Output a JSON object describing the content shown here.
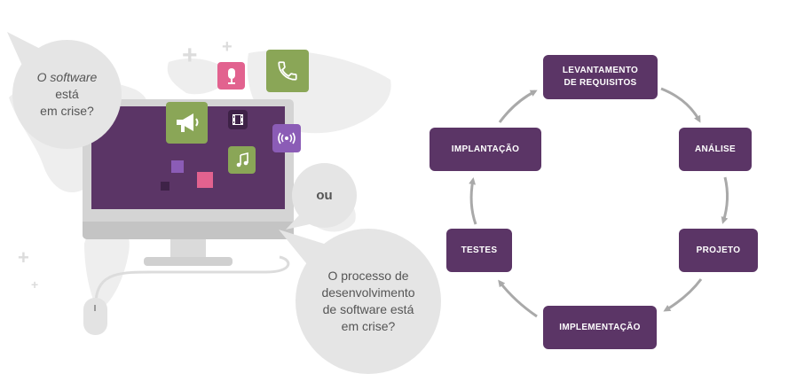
{
  "left": {
    "question_bubble": {
      "line1": "O software",
      "line2": "está",
      "line3": "em crise?"
    },
    "or_label": "ou",
    "process_bubble": {
      "line1": "O processo de",
      "line2": "desenvolvimento",
      "line3": "de software está",
      "line4": "em crise?"
    },
    "app_icons": [
      "microphone-icon",
      "phone-icon",
      "megaphone-icon",
      "film-icon",
      "broadcast-icon",
      "music-icon"
    ]
  },
  "cycle": {
    "steps": [
      {
        "line1": "LEVANTAMENTO",
        "line2": "DE REQUISITOS"
      },
      {
        "line1": "ANÁLISE"
      },
      {
        "line1": "PROJETO"
      },
      {
        "line1": "IMPLEMENTAÇÃO"
      },
      {
        "line1": "TESTES"
      },
      {
        "line1": "IMPLANTAÇÃO"
      }
    ]
  },
  "colors": {
    "purple": "#5b3566",
    "green": "#8aa657",
    "pink": "#e2628f",
    "violet": "#8b5cb6",
    "gray": "#e5e5e5",
    "arrow": "#a9a9a9"
  }
}
